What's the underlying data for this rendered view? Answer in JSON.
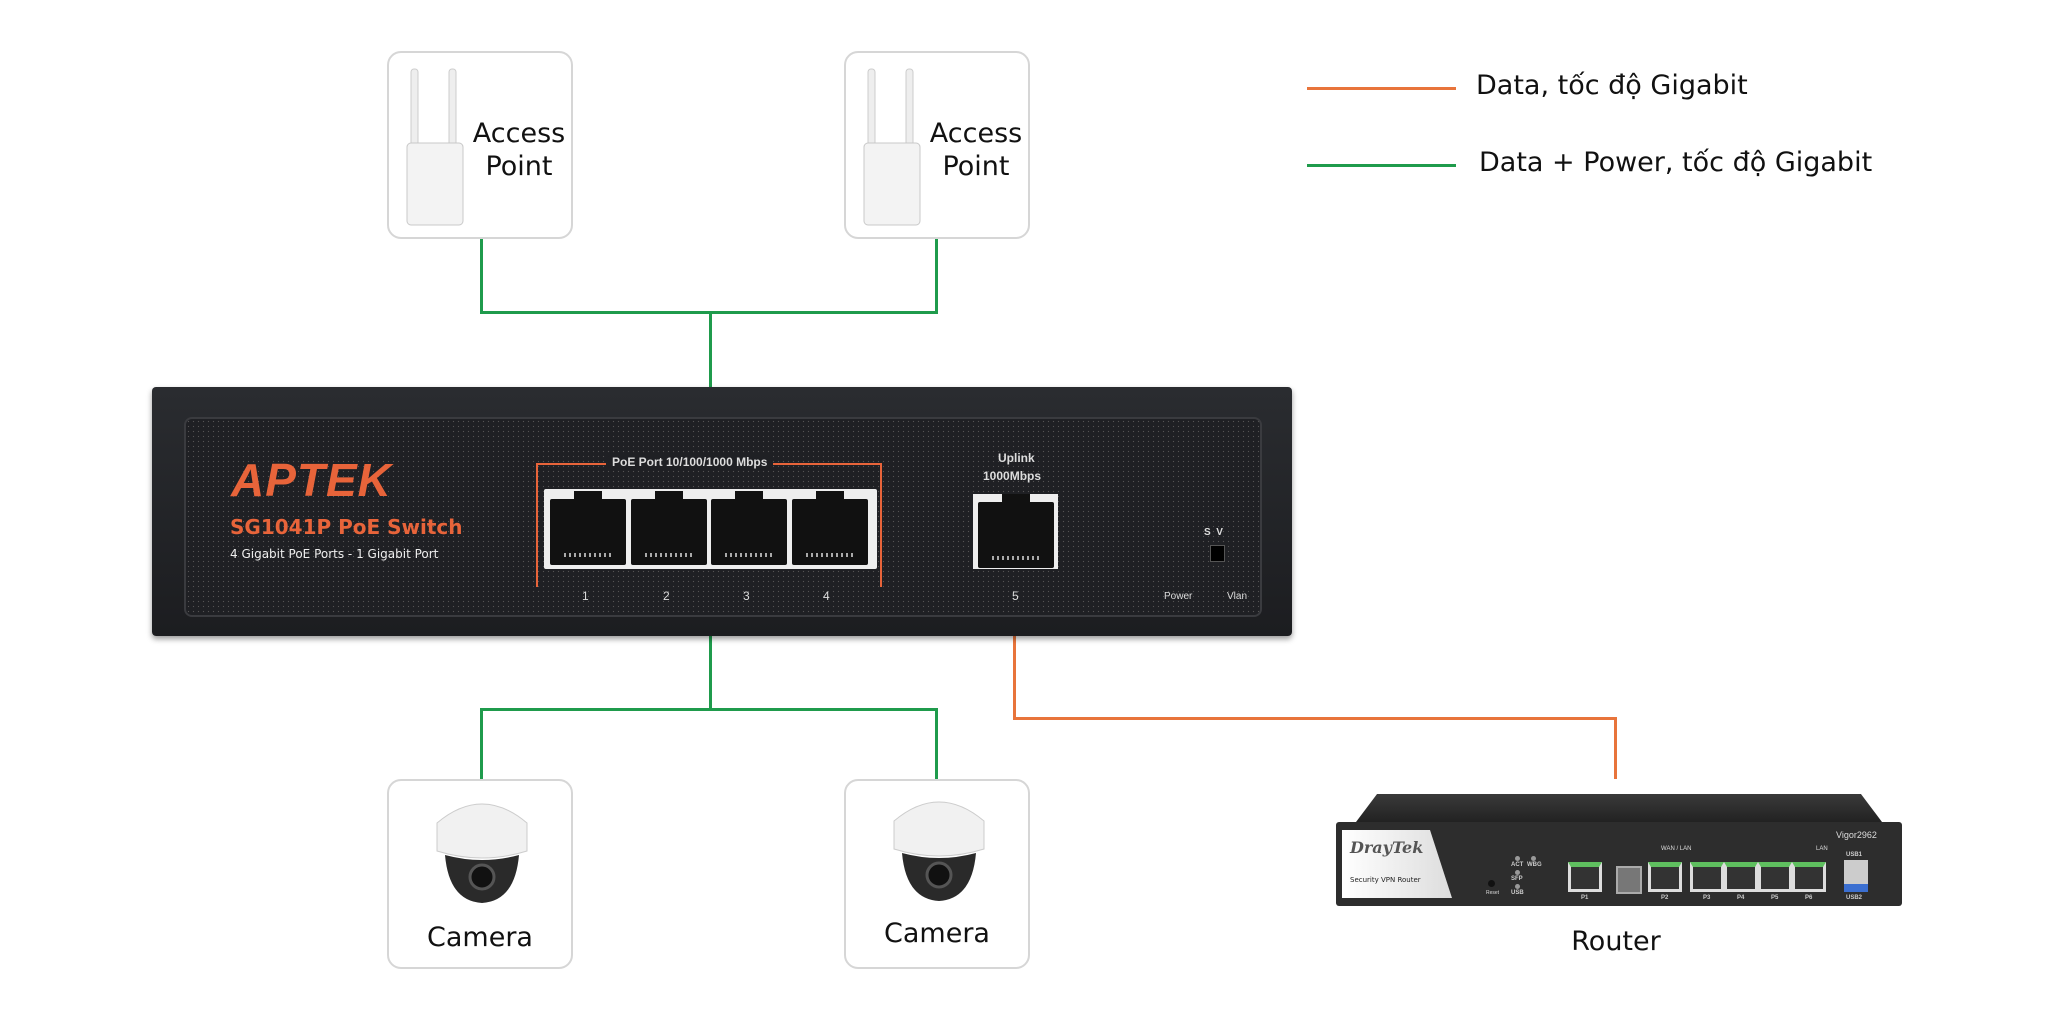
{
  "legend": [
    {
      "label": "Data, tốc độ Gigabit",
      "color": "#e8743b"
    },
    {
      "label": "Data + Power, tốc độ Gigabit",
      "color": "#1f9b4c"
    }
  ],
  "access_points": [
    {
      "label_line1": "Access",
      "label_line2": "Point"
    },
    {
      "label_line1": "Access",
      "label_line2": "Point"
    }
  ],
  "cameras": [
    {
      "label": "Camera"
    },
    {
      "label": "Camera"
    }
  ],
  "router": {
    "label": "Router",
    "brand": "DrayTek",
    "subtitle": "Security VPN Router",
    "model": "Vigor2962",
    "group_wan": "WAN / LAN",
    "group_lan": "LAN",
    "ports": [
      "P1",
      "P2",
      "P3",
      "P4",
      "P5",
      "P6"
    ],
    "leds": [
      "ACT",
      "WBG",
      "SFP",
      "USB"
    ],
    "reset": "Reset",
    "usb": [
      "USB1",
      "USB2"
    ]
  },
  "switch": {
    "brand": "APTEK",
    "model": "SG1041P PoE Switch",
    "description": "4 Gigabit PoE Ports - 1 Gigabit Port",
    "poe_label": "PoE Port 10/100/1000 Mbps",
    "poe_ports": [
      "1",
      "2",
      "3",
      "4"
    ],
    "uplink_label": "Uplink",
    "uplink_speed": "1000Mbps",
    "uplink_port": "5",
    "switch_labels": "S  V",
    "led_power": "Power",
    "led_vlan": "Vlan"
  }
}
